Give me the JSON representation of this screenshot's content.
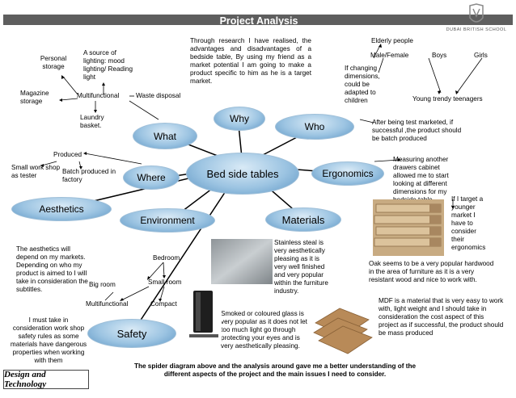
{
  "header": {
    "title": "Project Analysis",
    "school": "DUBAI BRITISH SCHOOL"
  },
  "bubbles": {
    "center": "Bed side tables",
    "why": "Why",
    "who": "Who",
    "what": "What",
    "where": "Where",
    "ergonomics": "Ergonomics",
    "aesthetics": "Aesthetics",
    "environment": "Environment",
    "materials": "Materials",
    "safety": "Safety"
  },
  "what": {
    "source_light": "A source of lighting: mood lighting/ Reading light",
    "personal": "Personal storage",
    "magazine": "Magazine storage",
    "multifunctional": "Multifunctional",
    "waste": "Waste disposal",
    "laundry": "Laundry basket."
  },
  "why_text": "Through research I have realised, the advantages and disadvantages of a bedside table, By using my friend as a market potential I am going to make a product specific to him as he is a target market.",
  "who": {
    "elderly": "Elderly people",
    "male_female": "Male/Female",
    "boys": "Boys",
    "girls": "Girls",
    "changing": "If changing dimensions, could be adapted to children",
    "young": "Young trendy teenagers",
    "batch": "After being test marketed, if successful ,the product should be batch produced"
  },
  "where": {
    "produced": "Produced",
    "small_work": "Small work shop as tester",
    "batch": "Batch produced in factory"
  },
  "ergonomics": {
    "measuring": "Measuring another drawers cabinet allowed me to start looking at different dimensions for my bedside table.",
    "target": "If I target a younger market I have to consider their ergonomics"
  },
  "aesthetics_text": "The aesthetics will depend on my markets. Depending on who my product is aimed to I will take in consideration the subtitles.",
  "environment": {
    "bedroom": "Bedroom",
    "small_room": "Small room",
    "big_room": "Big room",
    "multifunctional": "Multifunctional",
    "compact": "Compact"
  },
  "materials": {
    "steel": "Stainless steal is very aesthetically pleasing as it is very well finished and very popular within the furniture industry.",
    "oak": "Oak seems to be a very popular hardwood in the area of furniture as it is a very resistant wood and nice to work with.",
    "glass": "Smoked or coloured glass is very popular as it does not let too much light go through protecting your eyes and is very aesthetically pleasing.",
    "mdf": "MDF is a material that is very easy to work with, light weight and I should take in consideration the cost aspect of this project as if successful, the product should be mass produced"
  },
  "safety_text": "I must take in consideration work shop safety rules as some materials have dangerous properties when working with them",
  "footer": {
    "label": "Design and Technology",
    "summary": "The spider diagram above and the analysis around gave me a better understanding of the different aspects of the project and the main issues I need to consider."
  }
}
